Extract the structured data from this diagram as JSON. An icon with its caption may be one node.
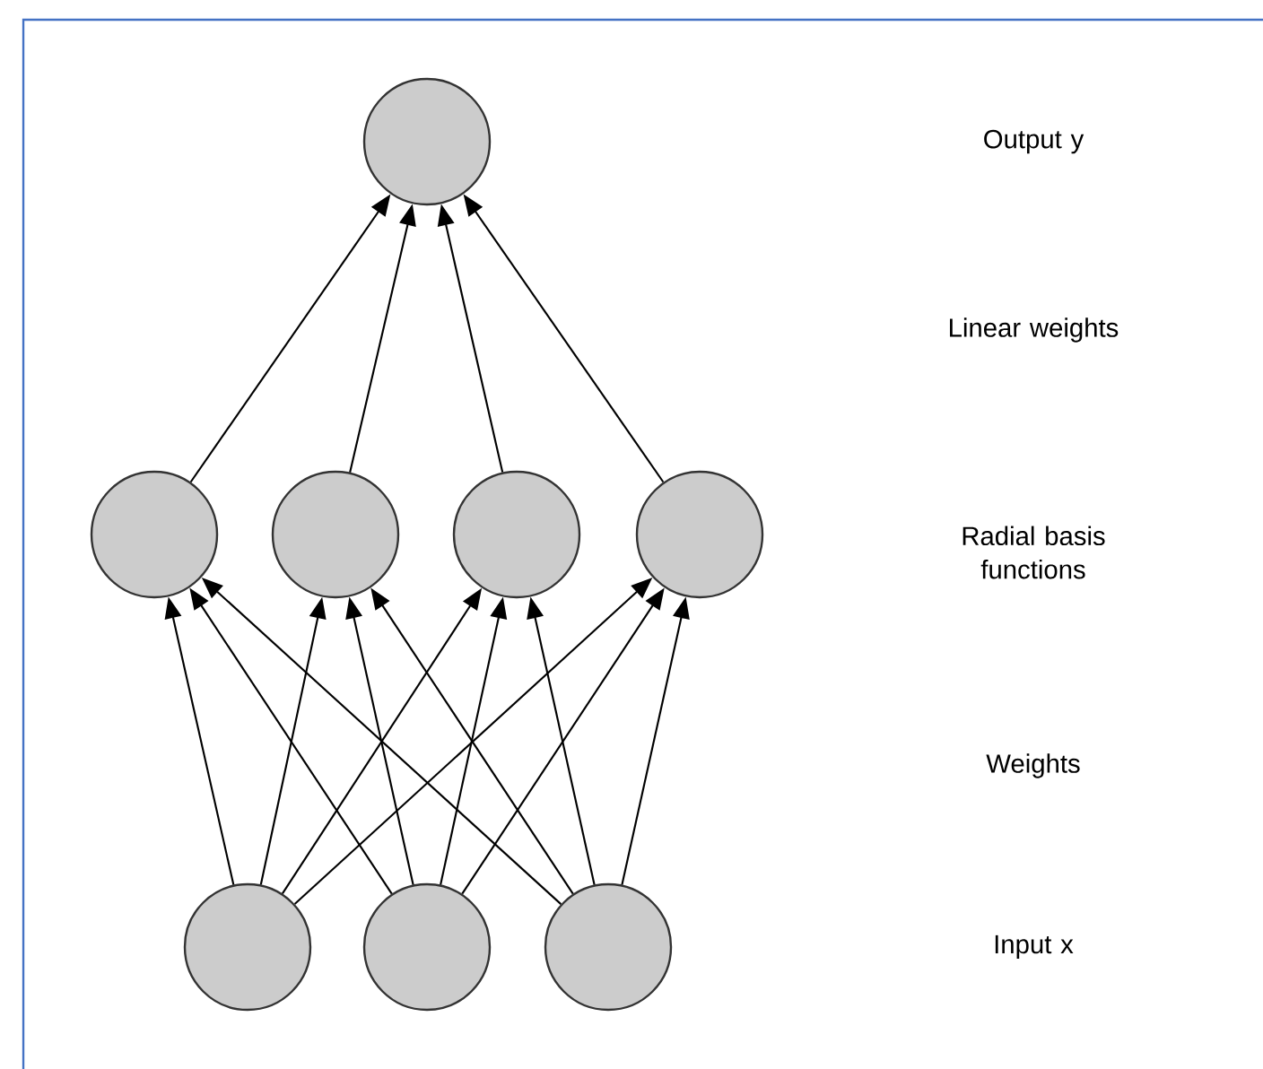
{
  "diagram": {
    "nodes": [
      {
        "text": [],
        "shape": "circle"
      },
      {
        "text": [],
        "shape": "circle"
      },
      {
        "text": [],
        "shape": "circle"
      },
      {
        "text": [],
        "shape": "circle"
      },
      {
        "text": [],
        "shape": "circle"
      },
      {
        "text": [],
        "shape": "circle"
      },
      {
        "text": [],
        "shape": "circle"
      },
      {
        "text": [],
        "shape": "circle"
      }
    ],
    "edges": [
      {
        "from": 1,
        "to": 0,
        "arrow": "to"
      },
      {
        "from": 2,
        "to": 0,
        "arrow": "to"
      },
      {
        "from": 3,
        "to": 0,
        "arrow": "to"
      },
      {
        "from": 4,
        "to": 0,
        "arrow": "to"
      },
      {
        "from": 5,
        "to": 1,
        "arrow": "to"
      },
      {
        "from": 5,
        "to": 2,
        "arrow": "to"
      },
      {
        "from": 5,
        "to": 3,
        "arrow": "to"
      },
      {
        "from": 5,
        "to": 4,
        "arrow": "to"
      },
      {
        "from": 6,
        "to": 1,
        "arrow": "to"
      },
      {
        "from": 6,
        "to": 2,
        "arrow": "to"
      },
      {
        "from": 6,
        "to": 3,
        "arrow": "to"
      },
      {
        "from": 6,
        "to": 4,
        "arrow": "to"
      },
      {
        "from": 7,
        "to": 1,
        "arrow": "to"
      },
      {
        "from": 7,
        "to": 2,
        "arrow": "to"
      },
      {
        "from": 7,
        "to": 3,
        "arrow": "to"
      },
      {
        "from": 7,
        "to": 4,
        "arrow": "to"
      }
    ],
    "labels": [
      "Output y",
      "Linear weights",
      "Radial basis functions",
      "Weights",
      "Input x"
    ]
  }
}
